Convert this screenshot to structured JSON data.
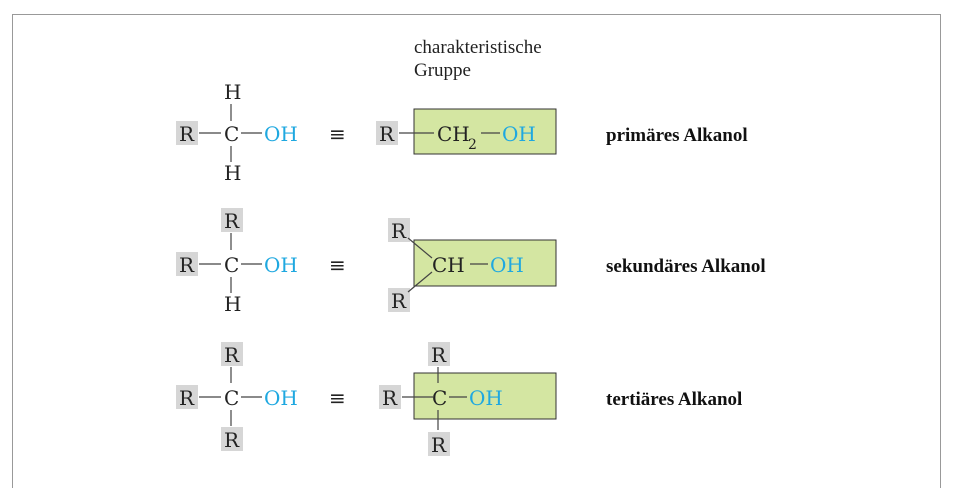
{
  "header": {
    "line1": "charakteristische",
    "line2": "Gruppe"
  },
  "atoms": {
    "R": "R",
    "C": "C",
    "H": "H",
    "OH": "OH",
    "CH": "CH",
    "CH2": "CH",
    "sub2": "2"
  },
  "equiv": "≡",
  "rows": [
    {
      "label": "primäres Alkanol"
    },
    {
      "label": "sekundäres Alkanol"
    },
    {
      "label": "tertiäres Alkanol"
    }
  ],
  "colors": {
    "oh": "#1fa8e0",
    "group_box": "#d4e6a2",
    "r_box": "#d6d6d6"
  }
}
